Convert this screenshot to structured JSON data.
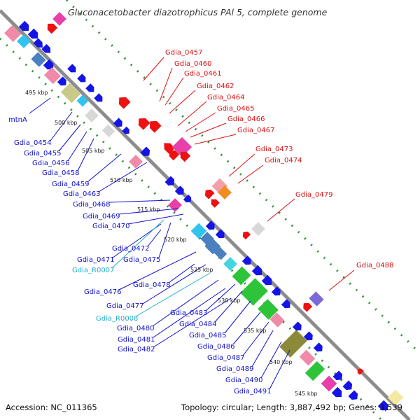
{
  "title": "Gluconacetobacter diazotrophicus PAl 5, complete genome",
  "footer": {
    "accession": "Accession: NC_011365",
    "topology": "Topology: circular; Length: 3,887,492 bp; Genes: 3,539"
  },
  "colors": {
    "backbone": "#8c8c8c",
    "guide": "#2e8b2e",
    "forward_label": "#1010cc",
    "reverse_label": "#dd1111",
    "rna_label": "#22b0c8",
    "cds_forward": "#1414e6",
    "cds_reverse": "#ee1111"
  },
  "kbp_ticks": [
    "495 kbp",
    "500 kbp",
    "505 kbp",
    "510 kbp",
    "515 kbp",
    "520 kbp",
    "525 kbp",
    "530 kbp",
    "535 kbp",
    "540 kbp",
    "545 kbp"
  ],
  "reverse_labels": [
    "Gdia_0457",
    "Gdia_0460",
    "Gdia_0461",
    "Gdia_0462",
    "Gdia_0464",
    "Gdia_0465",
    "Gdia_0466",
    "Gdia_0467",
    "Gdia_0473",
    "Gdia_0474",
    "Gdia_0479",
    "Gdia_0488"
  ],
  "forward_labels": [
    "mtnA",
    "Gdia_0454",
    "Gdia_0455",
    "Gdia_0456",
    "Gdia_0458",
    "Gdia_0459",
    "Gdia_0463",
    "Gdia_0468",
    "Gdia_0469",
    "Gdia_0470",
    "Gdia_0472",
    "Gdia_0471",
    "Gdia_R0007",
    "Gdia_0475",
    "Gdia_0476",
    "Gdia_0478",
    "Gdia_0477",
    "Gdia_R0008",
    "Gdia_0483",
    "Gdia_0480",
    "Gdia_0484",
    "Gdia_0481",
    "Gdia_0485",
    "Gdia_0482",
    "Gdia_0486",
    "Gdia_0487",
    "Gdia_0489",
    "Gdia_0490",
    "Gdia_0491"
  ],
  "rna_genes": [
    "Gdia_R0007",
    "Gdia_R0008"
  ]
}
